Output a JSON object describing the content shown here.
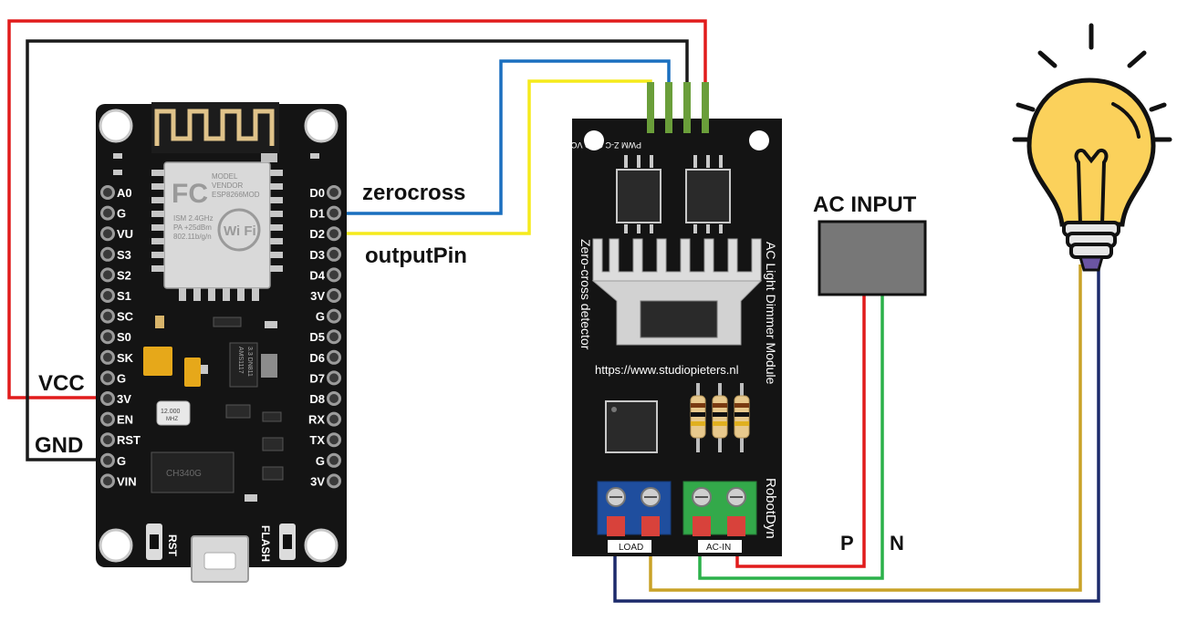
{
  "labels": {
    "vcc": "VCC",
    "gnd": "GND",
    "zerocross": "zerocross",
    "output_pin": "outputPin",
    "ac_input": "AC INPUT",
    "p": "P",
    "n": "N"
  },
  "nodemcu": {
    "left_pins": [
      "A0",
      "G",
      "VU",
      "S3",
      "S2",
      "S1",
      "SC",
      "S0",
      "SK",
      "G",
      "3V",
      "EN",
      "RST",
      "G",
      "VIN"
    ],
    "right_pins": [
      "D0",
      "D1",
      "D2",
      "D3",
      "D4",
      "3V",
      "G",
      "D5",
      "D6",
      "D7",
      "D8",
      "RX",
      "TX",
      "G",
      "3V"
    ],
    "rst_button": "RST",
    "flash_button": "FLASH",
    "module_text": [
      "MODEL",
      "VENDOR",
      "ESP8266MOD",
      "ISM 2.4GHz",
      "PA +25dBm",
      "802.11b/g/n"
    ],
    "wifi_text": "Wi Fi",
    "crystal_text": [
      "12.000",
      "MHZ"
    ],
    "usb_chip_text": "CH340G",
    "regulator_text": [
      "AMS1117",
      "3.3 DN811"
    ]
  },
  "dimmer": {
    "header_pins": "PWM Z-C GND VCC",
    "side_left": "Zero-cross detector",
    "side_right": "AC Light Dimmer Module",
    "url": "https://www.studiopieters.nl",
    "brand": "RobotDyn",
    "load_label": "LOAD",
    "acin_label": "AC-IN"
  },
  "colors": {
    "vcc_wire": "#e11b1b",
    "gnd_wire": "#1a1a1a",
    "zerocross_wire": "#1a6fbf",
    "output_wire": "#f5ea1c",
    "phase_wire": "#e11b1b",
    "neutral_wire": "#2bb14a",
    "load_wire_1": "#c9a227",
    "load_wire_2": "#1c2a6b",
    "board": "#141414",
    "header_pin": "#6a9e3a",
    "bulb_glass": "#fbd15b",
    "bulb_base": "#e6e6e6"
  }
}
